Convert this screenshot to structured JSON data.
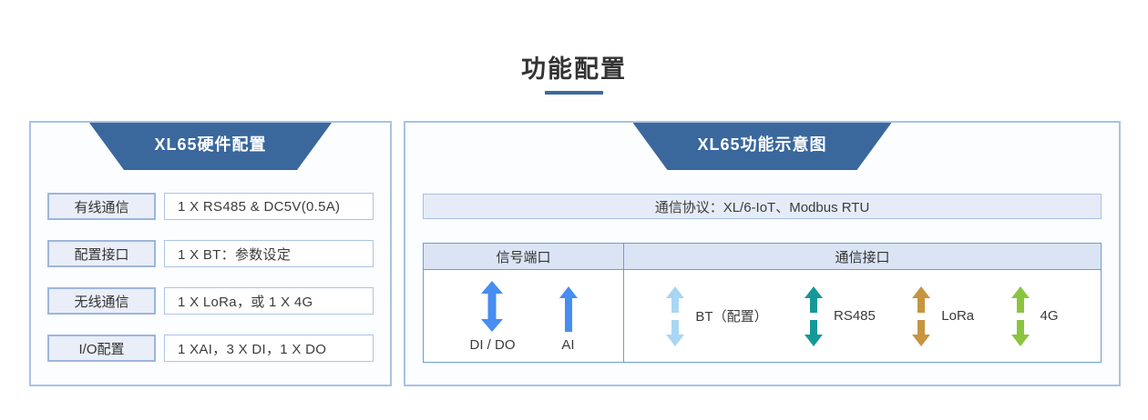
{
  "page": {
    "title": "功能配置"
  },
  "colors": {
    "accent_blue": "#3a6ba0",
    "header_blue": "#3a689d",
    "panel_border": "#a9c2e4",
    "table_border": "#6f9ccf"
  },
  "left_panel": {
    "header": "XL65硬件配置",
    "rows": [
      {
        "label": "有线通信",
        "value": "1 X RS485 & DC5V(0.5A)"
      },
      {
        "label": "配置接口",
        "value": "1 X BT：参数设定"
      },
      {
        "label": "无线通信",
        "value": "1 X LoRa，或 1 X 4G"
      },
      {
        "label": "I/O配置",
        "value": "1 XAI，3 X DI，1 X DO"
      }
    ]
  },
  "right_panel": {
    "header": "XL65功能示意图",
    "protocol_bar": "通信协议：XL/6-IoT、Modbus RTU",
    "table": {
      "columns": [
        "信号端口",
        "通信接口"
      ],
      "signal_ports": [
        {
          "label": "DI / DO",
          "icon": "double-arrow-vertical",
          "color": "#478df2"
        },
        {
          "label": "AI",
          "icon": "up-arrow",
          "color": "#478df2"
        }
      ],
      "comm_interfaces": [
        {
          "label": "BT（配置）",
          "icon": "split-double-arrow-vertical",
          "color": "#a9d6f2"
        },
        {
          "label": "RS485",
          "icon": "split-double-arrow-vertical",
          "color": "#169899"
        },
        {
          "label": "LoRa",
          "icon": "split-double-arrow-vertical",
          "color": "#c79540"
        },
        {
          "label": "4G",
          "icon": "split-double-arrow-vertical",
          "color": "#8bc53f"
        }
      ]
    }
  }
}
